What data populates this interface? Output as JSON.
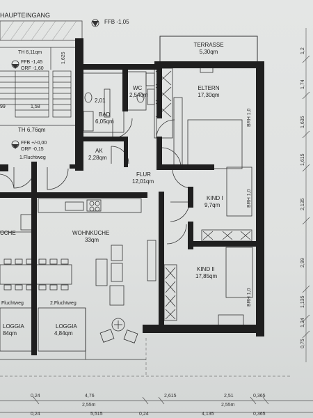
{
  "header": {
    "entrance": "HAUPTEINGANG",
    "ffb": "FFB  -1,05"
  },
  "rooms": {
    "terrasse": {
      "name": "TERRASSE",
      "area": "5,30qm"
    },
    "eltern": {
      "name": "ELTERN",
      "area": "17,30qm"
    },
    "wc": {
      "name": "WC",
      "area": "2,54qm"
    },
    "bad": {
      "name": "BAD",
      "area": "6,05qm"
    },
    "bad_dim": "2,01",
    "ak": {
      "name": "AK",
      "area": "2,28qm"
    },
    "flur": {
      "name": "FLUR",
      "area": "12,01qm"
    },
    "kind1": {
      "name": "KIND I",
      "area": "9,7qm"
    },
    "kind2": {
      "name": "KIND II",
      "area": "17,85qm"
    },
    "wohnkueche": {
      "name": "WOHNKÜCHE",
      "area": "33qm"
    },
    "kueche_left": "ÜCHE",
    "loggia_right": {
      "name": "LOGGIA",
      "area": "4,84qm"
    },
    "loggia_left": {
      "name": "LOGGIA",
      "area": "84qm"
    }
  },
  "stair": {
    "th_top": "TH 6,11qm",
    "ffb_top": "FFB  -1,45",
    "orf_top": "ORF  -1,60",
    "th_mid": "TH 6,76qm",
    "ffb_mid": "FFB +/-0,00",
    "orf_mid": "ORF   -0,15",
    "flucht1": "1.Fluchtweg",
    "d158": "1,58",
    "d99": "99",
    "d1625": "1,625"
  },
  "fluchtweg": {
    "left": "Fluchtweg",
    "second": "2.Fluchtweg"
  },
  "brh": {
    "eltern": "BRH 1,0",
    "kind1": "BRH 1,0",
    "kind2": "BRH 1,0"
  },
  "right_dims": [
    "1,2",
    "1,74",
    "1,635",
    "1,615",
    "2,135",
    "2,99",
    "1,135",
    "1,24",
    "0,75"
  ],
  "bottom_dims": {
    "row1": [
      "0,24",
      "4,76",
      "2,615",
      "2,51",
      "0,365"
    ],
    "row2": [
      "2,55m",
      "2,55m"
    ],
    "row3": [
      "0,24",
      "5,515",
      "0,24",
      "4,135",
      "0,365"
    ]
  }
}
